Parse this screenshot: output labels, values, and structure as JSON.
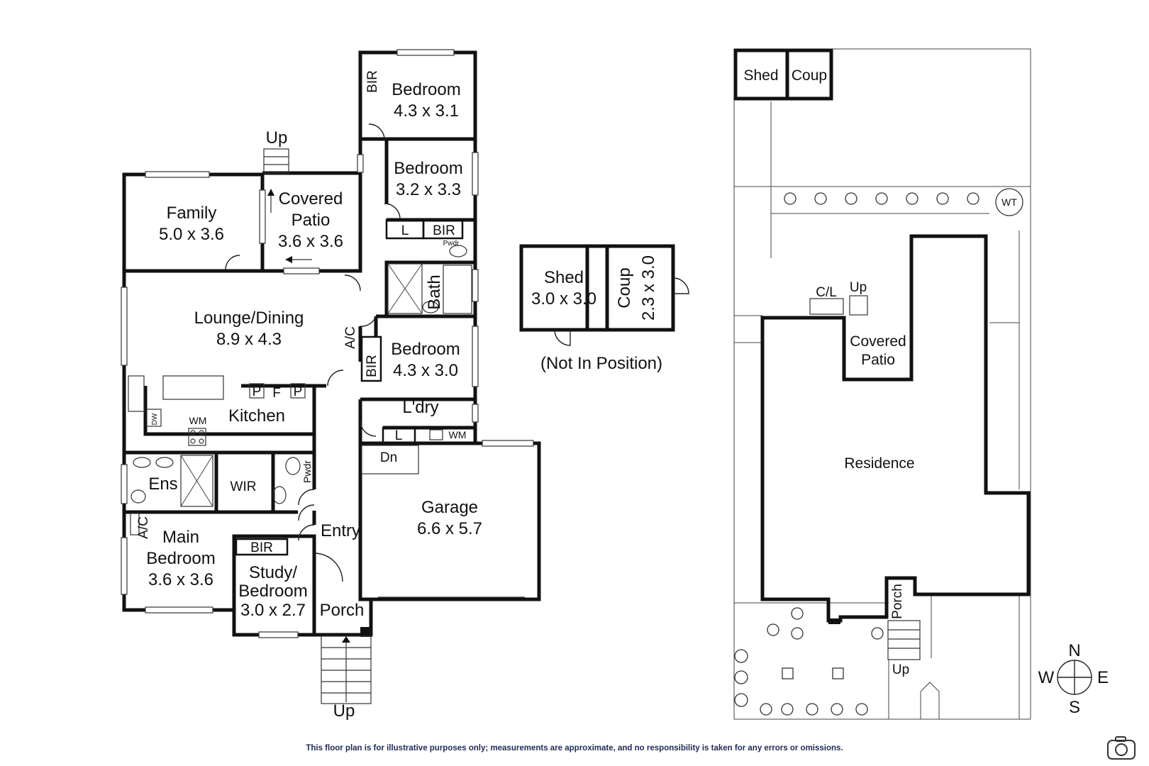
{
  "floor_plan": {
    "rooms": [
      {
        "name": "Bedroom",
        "size": "4.3 x 3.1"
      },
      {
        "name": "Bedroom",
        "size": "3.2 x 3.3"
      },
      {
        "name": "Family",
        "size": "5.0 x 3.6"
      },
      {
        "name": "Covered Patio",
        "size": "3.6 x 3.6"
      },
      {
        "name": "Lounge/Dining",
        "size": "8.9 x 4.3"
      },
      {
        "name": "Bedroom",
        "size": "4.3 x 3.0"
      },
      {
        "name": "Kitchen",
        "size": ""
      },
      {
        "name": "L'dry",
        "size": ""
      },
      {
        "name": "Ens",
        "size": ""
      },
      {
        "name": "WIR",
        "size": ""
      },
      {
        "name": "Main Bedroom",
        "size": "3.6 x 3.6"
      },
      {
        "name": "Study/ Bedroom",
        "size": "3.0 x 2.7"
      },
      {
        "name": "Entry",
        "size": ""
      },
      {
        "name": "Porch",
        "size": ""
      },
      {
        "name": "Garage",
        "size": "6.6 x 5.7"
      },
      {
        "name": "Bath",
        "size": ""
      }
    ],
    "labels": {
      "bedroom_1_name": "Bedroom",
      "bedroom_1_size": "4.3 x 3.1",
      "bedroom_2_name": "Bedroom",
      "bedroom_2_size": "3.2 x 3.3",
      "family_name": "Family",
      "family_size": "5.0 x 3.6",
      "patio_line1": "Covered",
      "patio_line2": "Patio",
      "patio_size": "3.6 x 3.6",
      "lounge_name": "Lounge/Dining",
      "lounge_size": "8.9 x 4.3",
      "bedroom_3_name": "Bedroom",
      "bedroom_3_size": "4.3 x 3.0",
      "kitchen": "Kitchen",
      "laundry": "L'dry",
      "ensuite": "Ens",
      "wir": "WIR",
      "main_bed_line1": "Main",
      "main_bed_line2": "Bedroom",
      "main_bed_size": "3.6 x 3.6",
      "study_line1": "Study/",
      "study_line2": "Bedroom",
      "study_size": "3.0 x 2.7",
      "entry": "Entry",
      "porch": "Porch",
      "garage_name": "Garage",
      "garage_size": "6.6 x 5.7",
      "bath": "Bath",
      "bir": "BIR",
      "linen": "L",
      "pwdr": "Pwdr",
      "ac": "A/C",
      "pantry": "P",
      "fridge": "F",
      "dw": "DW",
      "wm": "WM",
      "up": "Up",
      "dn": "Dn"
    }
  },
  "outbuildings": {
    "shed_name": "Shed",
    "shed_size": "3.0 x 3.0",
    "coup_name": "Coup",
    "coup_size": "2.3 x 3.0",
    "note": "(Not In Position)"
  },
  "site_plan": {
    "shed": "Shed",
    "coup": "Coup",
    "wt": "WT",
    "cl": "C/L",
    "up": "Up",
    "patio_line1": "Covered",
    "patio_line2": "Patio",
    "residence": "Residence",
    "porch": "Porch"
  },
  "compass": {
    "n": "N",
    "s": "S",
    "e": "E",
    "w": "W"
  },
  "disclaimer": "This floor plan is for illustrative purposes only; measurements are approximate, and no responsibility is taken for any errors or omissions.",
  "icons": [
    "camera-icon",
    "compass-icon",
    "tree-icon",
    "toilet-icon",
    "sink-icon",
    "stove-icon",
    "shower-icon",
    "bath-icon"
  ]
}
